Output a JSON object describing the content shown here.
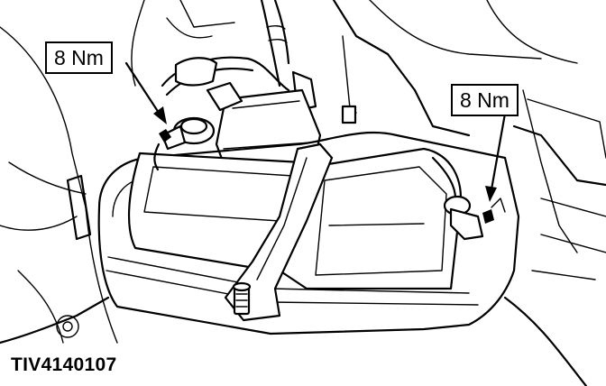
{
  "callouts": {
    "left_torque": "8 Nm",
    "right_torque": "8 Nm"
  },
  "figure_id": "TIV4140107",
  "colors": {
    "ink": "#000000",
    "paper": "#ffffff"
  }
}
